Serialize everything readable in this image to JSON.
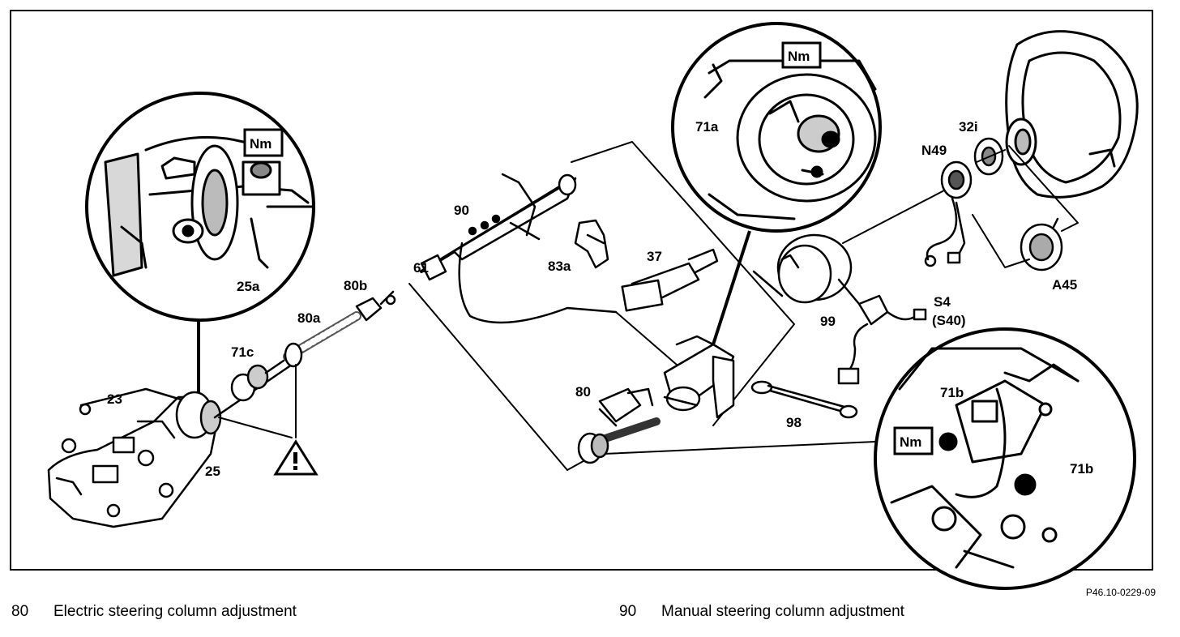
{
  "figure_ref": "P46.10-0229-09",
  "labels": {
    "l23": "23",
    "l25": "25",
    "l25a": "25a",
    "l71c": "71c",
    "l80a": "80a",
    "l80b": "80b",
    "l90": "90",
    "l61": "61",
    "l83a": "83a",
    "l37": "37",
    "l71a": "71a",
    "l32i": "32i",
    "n49": "N49",
    "l99": "99",
    "a45": "A45",
    "s4": "S4",
    "s40": "(S40)",
    "l80": "80",
    "l98": "98",
    "l71b_1": "71b",
    "l71b_2": "71b",
    "nm": "Nm"
  },
  "legend": [
    {
      "code": "80",
      "text": "Electric steering column adjustment"
    },
    {
      "code": "90",
      "text": "Manual steering column adjustment"
    }
  ]
}
